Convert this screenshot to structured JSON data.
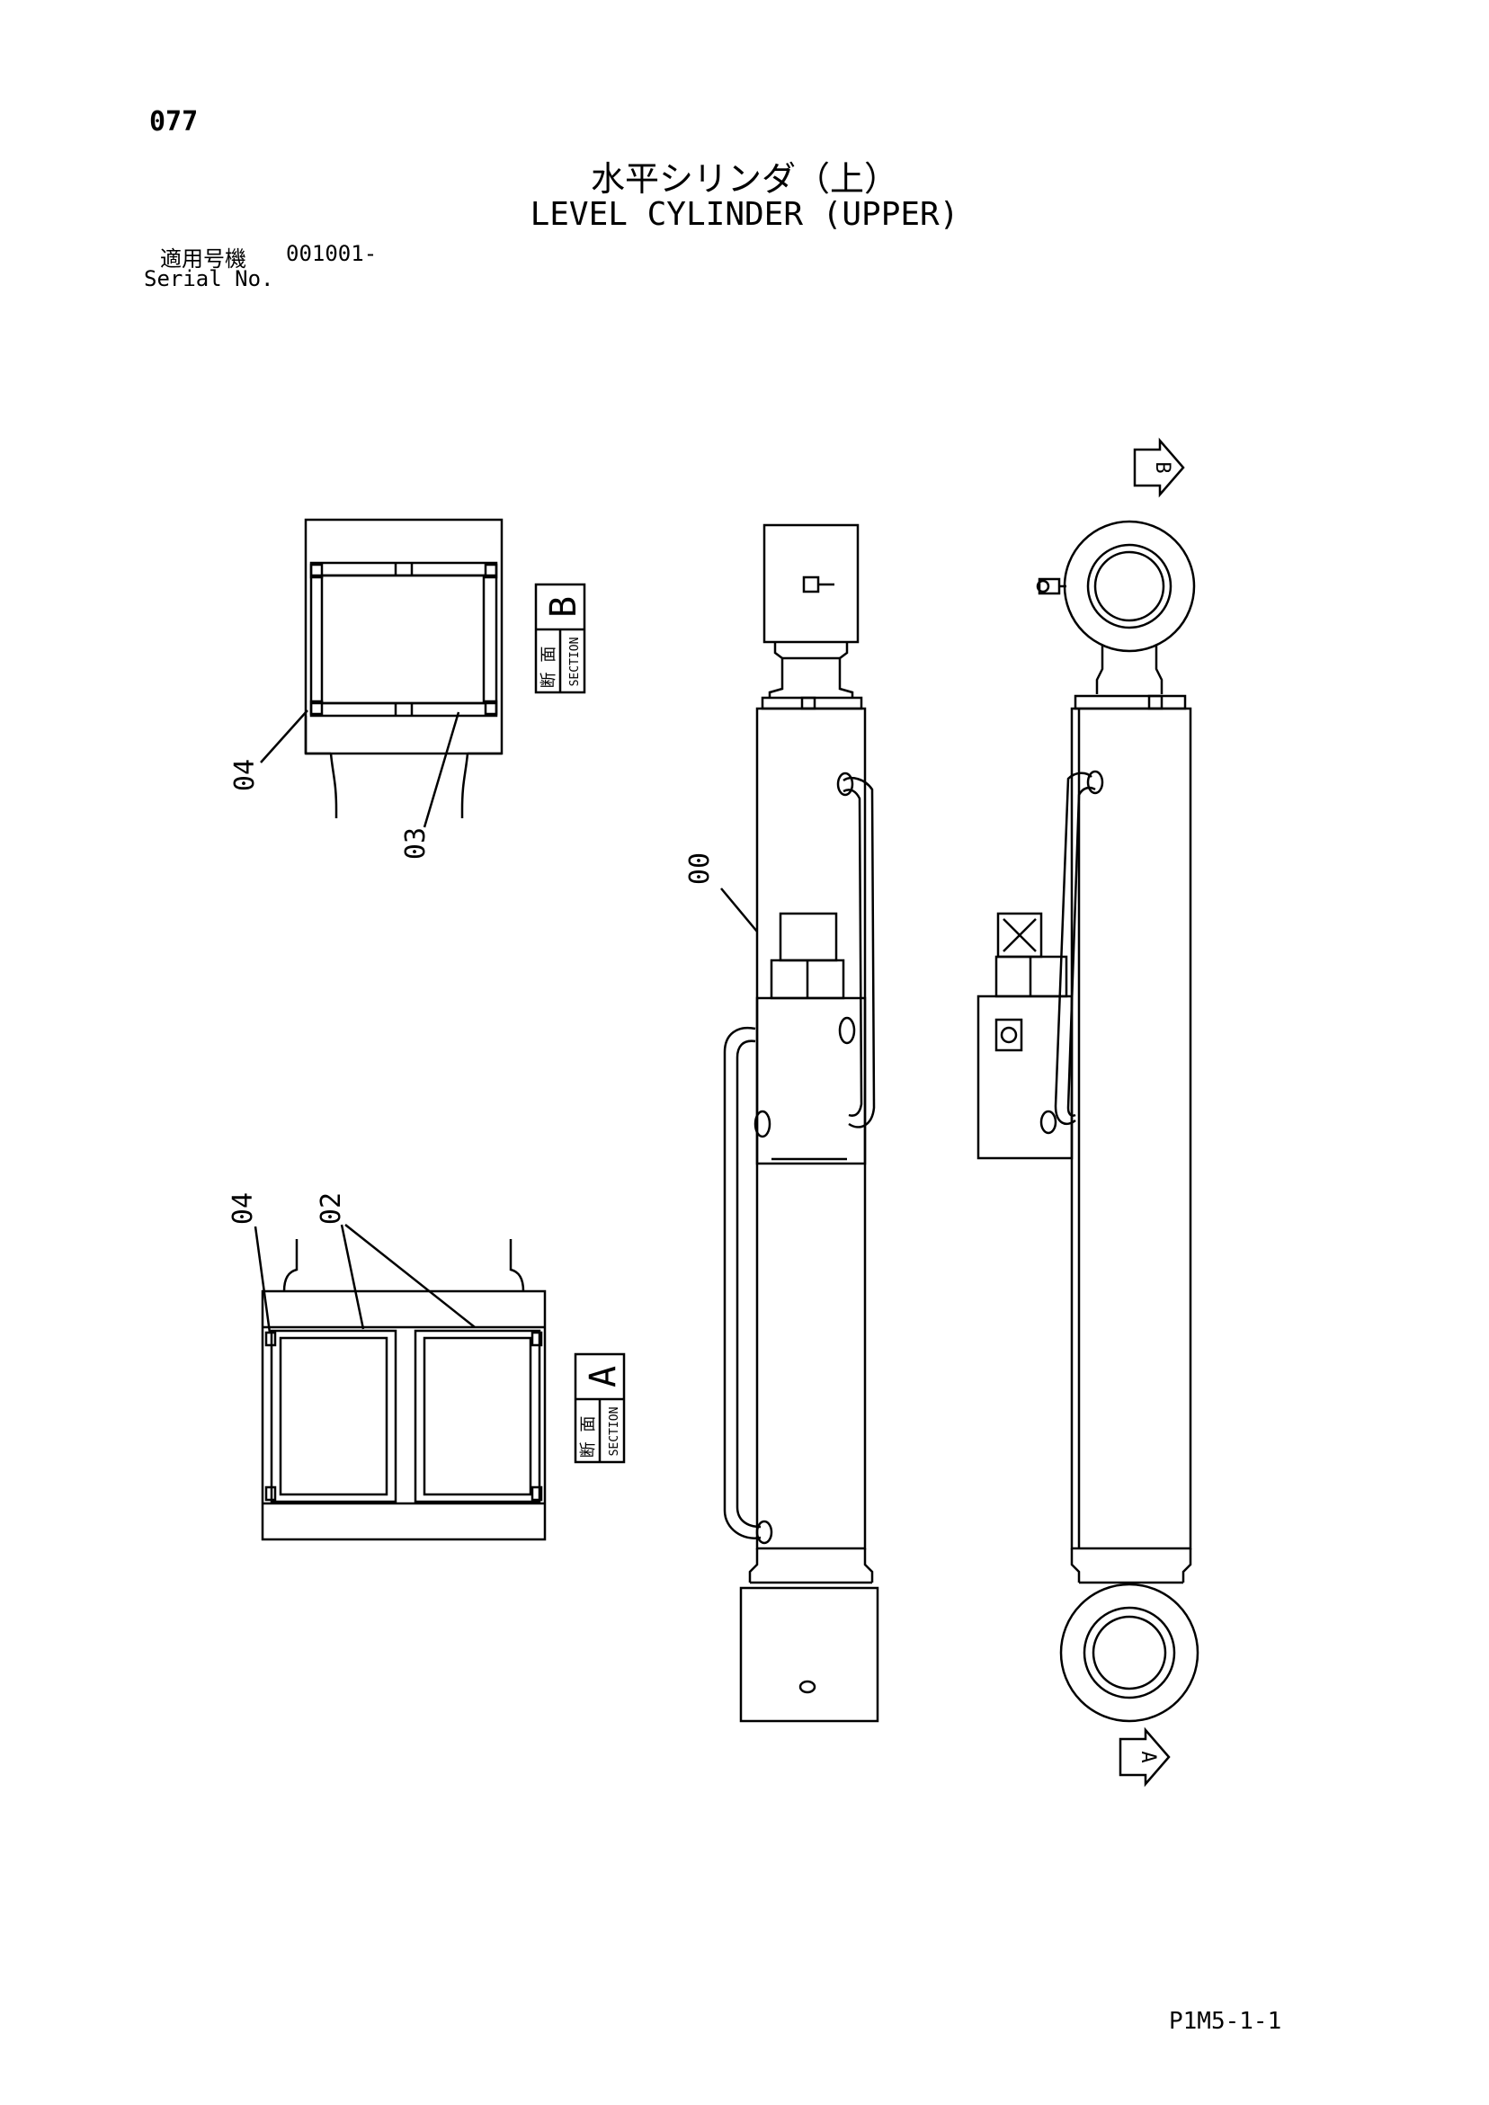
{
  "header": {
    "page_number": "077",
    "title_jp": "水平シリンダ（上）",
    "title_en": "LEVEL CYLINDER (UPPER)",
    "serial_label_jp": "適用号機",
    "serial_value": "001001-",
    "serial_label_en": "Serial No."
  },
  "callouts": {
    "c00": "00",
    "c02": "02",
    "c03": "03",
    "c04_top": "04",
    "c04_bottom": "04"
  },
  "sections": {
    "section_b": {
      "letter": "B",
      "kanji": "断 面",
      "word": "SECTION"
    },
    "section_a": {
      "letter": "A",
      "kanji": "断 面",
      "word": "SECTION"
    }
  },
  "view_arrows": {
    "arrow_b": "B",
    "arrow_a": "A"
  },
  "footer": {
    "drawing_code": "P1M5-1-1"
  }
}
